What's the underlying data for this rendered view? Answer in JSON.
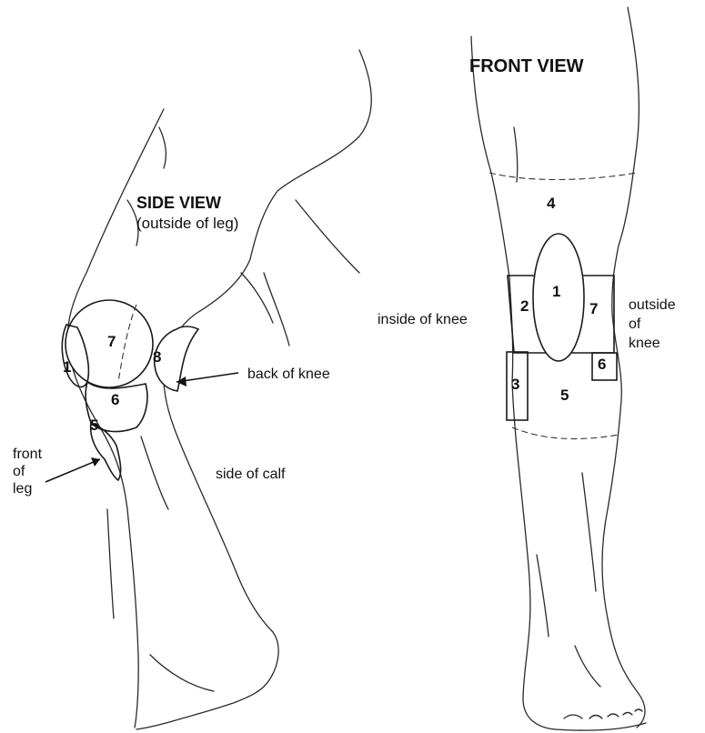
{
  "side_view": {
    "title": "SIDE VIEW",
    "subtitle": "(outside of leg)",
    "zones": [
      "1",
      "7",
      "8",
      "6",
      "5"
    ],
    "labels": {
      "back_of_knee": "back of knee",
      "side_of_calf": "side of calf",
      "front_of_leg_1": "front",
      "front_of_leg_2": "of",
      "front_of_leg_3": "leg"
    }
  },
  "front_view": {
    "title": "FRONT VIEW",
    "zones": [
      "4",
      "1",
      "2",
      "7",
      "6",
      "3",
      "5"
    ],
    "labels": {
      "inside_of_knee": "inside of knee",
      "outside_1": "outside",
      "outside_2": "of",
      "outside_3": "knee"
    }
  }
}
